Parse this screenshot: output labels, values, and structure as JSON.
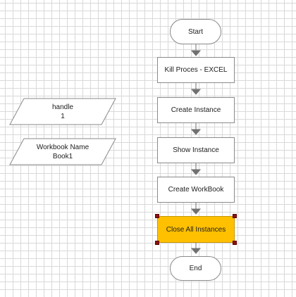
{
  "flow": {
    "start": "Start",
    "steps": [
      "Kill Proces - EXCEL",
      "Create Instance",
      "Show Instance",
      "Create WorkBook",
      "Close All Instances"
    ],
    "end": "End"
  },
  "variables": [
    {
      "name": "handle",
      "value": "1"
    },
    {
      "name": "Workbook Name",
      "value": "Book1"
    }
  ],
  "colors": {
    "selected_fill": "#ffc000",
    "selection_handle": "#8b1010",
    "connector": "#707070"
  }
}
